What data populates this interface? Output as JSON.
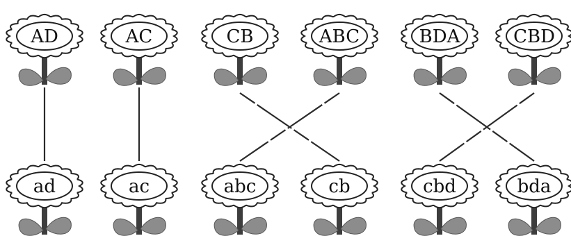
{
  "top_flowers": [
    {
      "label": "AD"
    },
    {
      "label": "AC"
    },
    {
      "label": "CB"
    },
    {
      "label": "ABC"
    },
    {
      "label": "BDA"
    },
    {
      "label": "CBD"
    }
  ],
  "bottom_flowers": [
    {
      "label": "ad"
    },
    {
      "label": "ac"
    },
    {
      "label": "abc"
    },
    {
      "label": "cb"
    },
    {
      "label": "cbd"
    },
    {
      "label": "bda"
    }
  ],
  "connections": [
    {
      "from": "AD",
      "to": "ad",
      "style": "solid"
    },
    {
      "from": "AC",
      "to": "ac",
      "style": "solid"
    },
    {
      "from": "CB",
      "to": "cb",
      "style": "dashed"
    },
    {
      "from": "ABC",
      "to": "abc",
      "style": "dashed"
    },
    {
      "from": "BDA",
      "to": "bda",
      "style": "dashed"
    },
    {
      "from": "CBD",
      "to": "cbd",
      "style": "dashed"
    }
  ],
  "colors": {
    "petal_fill": "#ffffff",
    "petal_stroke": "#222222",
    "leaf": "#8c8c8c",
    "stem": "#3d3d3d",
    "line": "#2a2a2a"
  }
}
